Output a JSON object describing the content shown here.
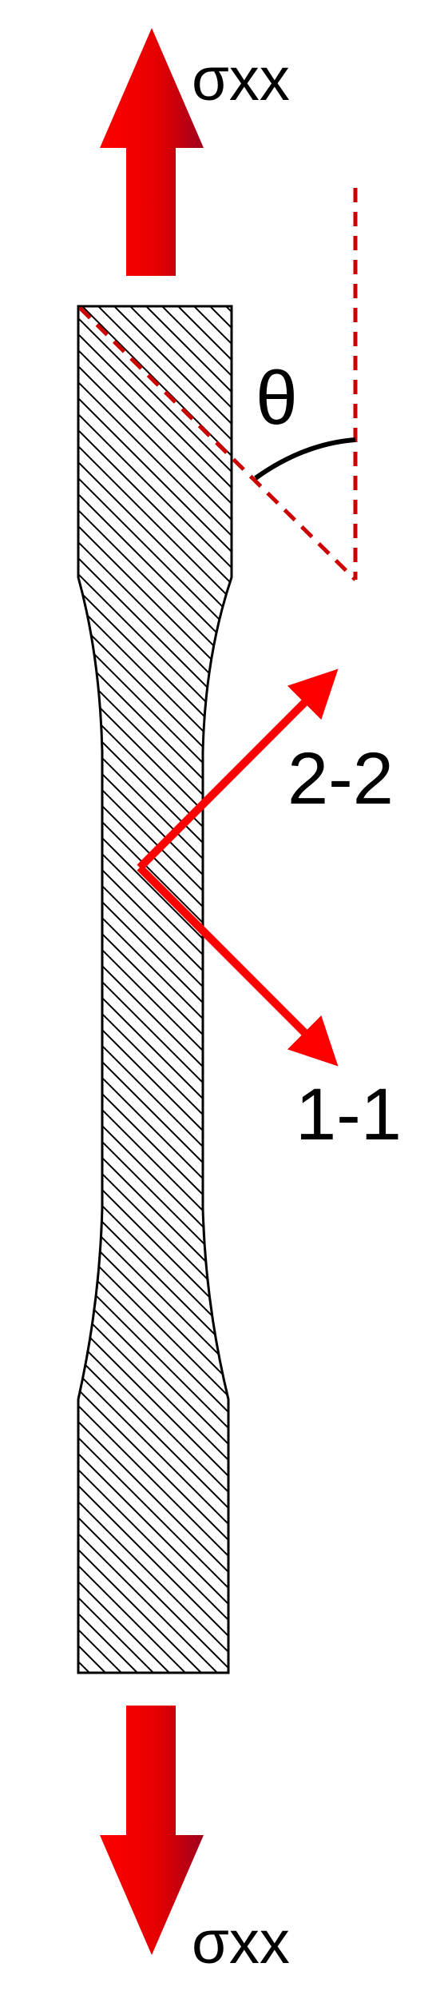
{
  "labels": {
    "top_stress": "σxx",
    "bottom_stress": "σxx",
    "angle": "θ",
    "axis_2": "2-2",
    "axis_1": "1-1"
  },
  "colors": {
    "arrow_red": "#ff0000",
    "arrow_dark_red": "#b3001b",
    "dashed_line": "#cc0000",
    "outline": "#000000",
    "background": "#ffffff"
  }
}
